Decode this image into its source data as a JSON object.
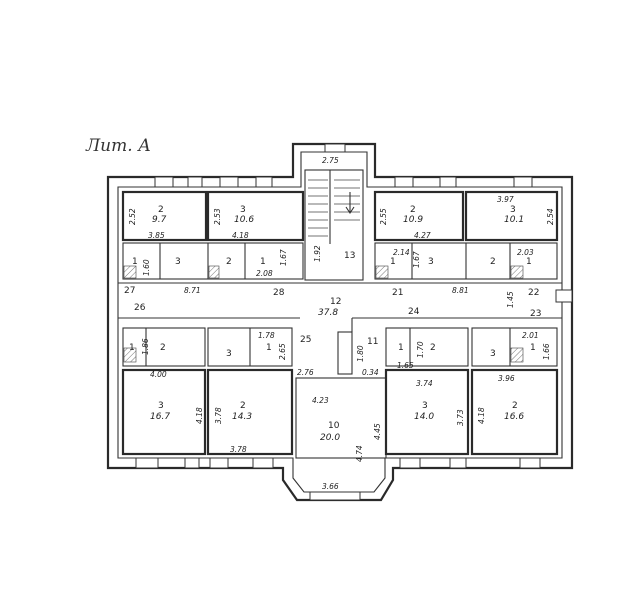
{
  "plan": {
    "title": "Лит. А",
    "stair_width": "2.75",
    "stair_room": "13",
    "corridor": {
      "num": "12",
      "area": "37.8"
    },
    "hall": {
      "num": "10",
      "area": "20.0"
    },
    "rooms_top_left": [
      {
        "num": "2",
        "area": "9.7"
      },
      {
        "num": "3",
        "area": "10.6"
      }
    ],
    "rooms_top_right": [
      {
        "num": "2",
        "area": "10.9"
      },
      {
        "num": "3",
        "area": "10.1"
      }
    ],
    "rooms_bottom_left": [
      {
        "num": "3",
        "area": "16.7"
      },
      {
        "num": "2",
        "area": "14.3"
      }
    ],
    "rooms_bottom_right": [
      {
        "num": "3",
        "area": "14.0"
      },
      {
        "num": "2",
        "area": "16.6"
      }
    ],
    "small_labels": {
      "tl_1": "1",
      "tl_3": "3",
      "tl_2": "2",
      "tl_1b": "1",
      "tr_1": "1",
      "tr_3": "3",
      "tr_2": "2",
      "tr_1b": "1",
      "bl_1": "1",
      "bl_2": "2",
      "bl_3": "3",
      "bl_1b": "1",
      "br_1": "1",
      "br_2": "2",
      "br_3": "3",
      "br_1b": "1",
      "c11": "11",
      "c25": "25",
      "c26": "26",
      "c27": "27",
      "c28": "28",
      "c21": "21",
      "c22": "22",
      "c23": "23",
      "c24": "24"
    },
    "dims": {
      "d_252": "2.52",
      "d_253": "2.53",
      "d_385": "3.85",
      "d_418": "4.18",
      "d_208": "2.08",
      "d_167": "1.67",
      "d_871": "8.71",
      "d_160": "1.60",
      "d_255": "2.55",
      "d_427": "4.27",
      "d_397": "3.97",
      "d_254": "2.54",
      "d_214": "2.14",
      "d_167b": "1.67",
      "d_203": "2.03",
      "d_881": "8.81",
      "d_145": "1.45",
      "d_178": "1.78",
      "d_180": "1.80",
      "d_400": "4.00",
      "d_276": "2.76",
      "d_034": "0.34",
      "d_165": "1.65",
      "d_201": "2.01",
      "d_374": "3.74",
      "d_396": "3.96",
      "d_418b": "4.18",
      "d_378": "3.78",
      "d_378b": "3.78",
      "d_423": "4.23",
      "d_474": "4.74",
      "d_445": "4.45",
      "d_373": "3.73",
      "d_418c": "4.18",
      "d_366": "3.66",
      "d_186": "1.86",
      "d_166": "1.66",
      "d_265": "2.65",
      "d_192": "1.92",
      "d_170": "1.70"
    }
  }
}
